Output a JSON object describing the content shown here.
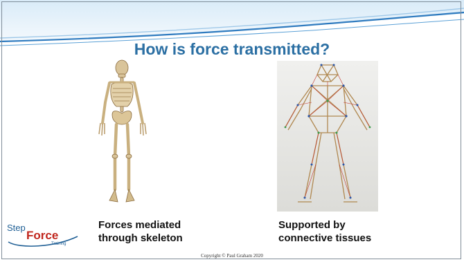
{
  "slide": {
    "title": "How is force transmitted?",
    "left_caption": [
      "Forces mediated",
      "through skeleton"
    ],
    "right_caption": [
      "Supported by",
      "connective tissues"
    ],
    "copyright": "Copyright © Paul Graham 2020",
    "logo": {
      "line1": "Step",
      "line2": "Force",
      "line3": "Training",
      "color_blue": "#1f5f95",
      "color_red": "#c0251c"
    }
  },
  "colors": {
    "title": "#2b6fa3",
    "header_sky": "#e7f2fb",
    "header_accent": "#2f7bbf"
  }
}
